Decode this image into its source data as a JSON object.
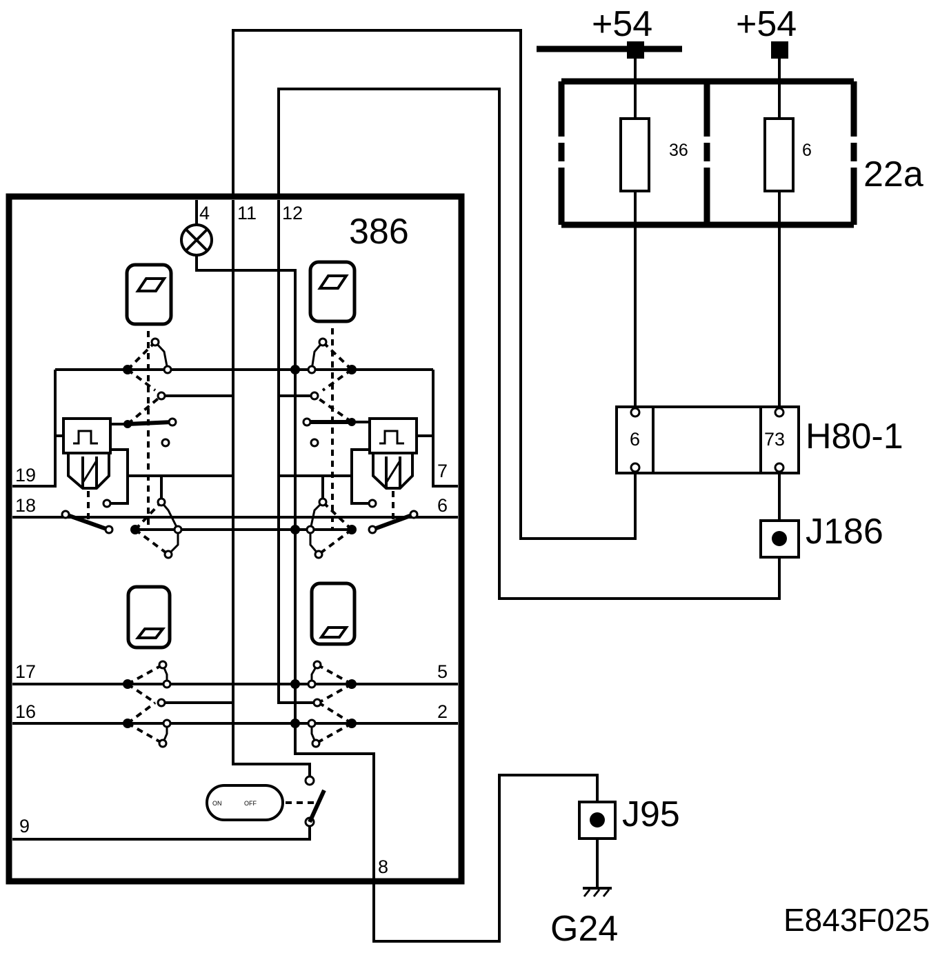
{
  "switch_module": {
    "id": "386"
  },
  "fuse_box": {
    "id": "22a",
    "fuses": [
      {
        "number": "36"
      },
      {
        "number": "6"
      }
    ]
  },
  "supply": [
    {
      "label": "+54"
    },
    {
      "label": "+54"
    }
  ],
  "connector": {
    "id": "H80-1",
    "pins": [
      "6",
      "73"
    ]
  },
  "junctions": [
    {
      "id": "J186"
    },
    {
      "id": "J95"
    }
  ],
  "ground": {
    "id": "G24"
  },
  "module_pins": {
    "top": [
      "4",
      "11",
      "12"
    ],
    "left": [
      "19",
      "18",
      "17",
      "16",
      "9"
    ],
    "right": [
      "7",
      "6",
      "5",
      "2"
    ],
    "bottom": [
      "8"
    ]
  },
  "master_switch": {
    "on_label": "ON",
    "off_label": "OFF"
  },
  "diagram_code": "E843F025"
}
